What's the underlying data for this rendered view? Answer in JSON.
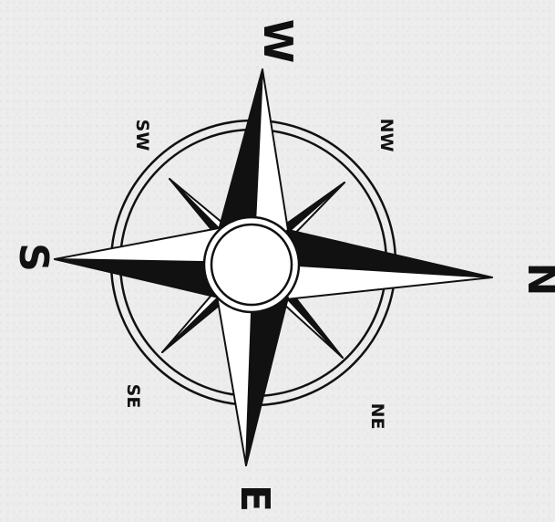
{
  "compass": {
    "labels": {
      "n": "N",
      "s": "S",
      "e": "E",
      "w": "W",
      "ne": "NE",
      "nw": "NW",
      "se": "SE",
      "sw": "SW"
    },
    "colors": {
      "ink": "#111111",
      "paper": "#ededed",
      "fill_light": "#ffffff"
    }
  }
}
